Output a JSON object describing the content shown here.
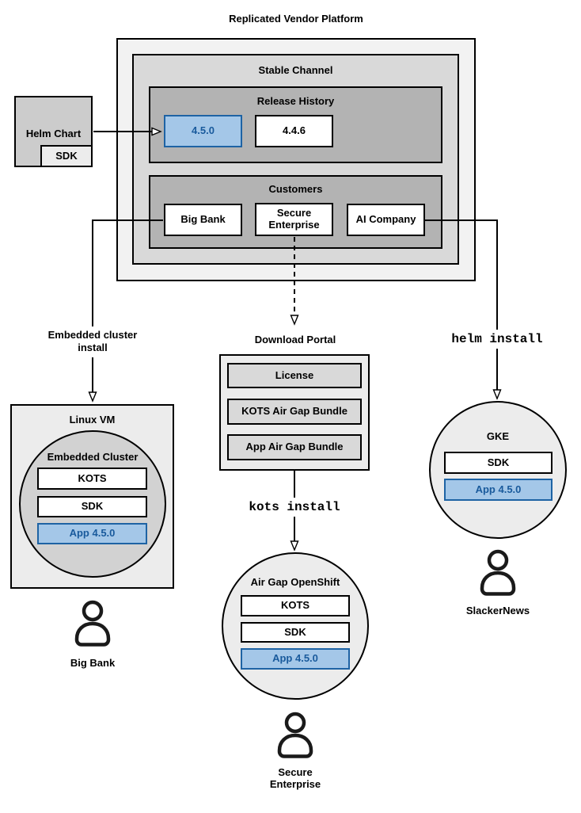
{
  "title": "Replicated Vendor Platform",
  "colors": {
    "highlight_fill": "#a4c7e8",
    "highlight_border": "#1e63a4",
    "highlight_text": "#195a9c",
    "outer_fill": "#f2f2f2",
    "channel_fill": "#d9d9d9",
    "group_fill": "#b3b3b3",
    "panel_fill": "#ececec",
    "cluster_circle_fill": "#d2d2d2",
    "helm_fill": "#cccccc"
  },
  "platform": {
    "channel_label": "Stable Channel",
    "release_history": {
      "label": "Release History",
      "releases": [
        "4.5.0",
        "4.4.6"
      ]
    },
    "customers": {
      "label": "Customers",
      "items": [
        "Big Bank",
        "Secure Enterprise",
        "AI Company"
      ]
    }
  },
  "helm_chart": {
    "label": "Helm Chart",
    "sdk": "SDK"
  },
  "left_path": {
    "install_label": "Embedded cluster install",
    "vm_label": "Linux VM",
    "cluster_label": "Embedded Cluster",
    "components": [
      "KOTS",
      "SDK",
      "App 4.5.0"
    ],
    "user": "Big Bank"
  },
  "middle_path": {
    "portal_label": "Download Portal",
    "portal_items": [
      "License",
      "KOTS Air Gap Bundle",
      "App Air Gap Bundle"
    ],
    "command": "kots install",
    "cluster_label": "Air Gap OpenShift",
    "components": [
      "KOTS",
      "SDK",
      "App 4.5.0"
    ],
    "user": "Secure Enterprise"
  },
  "right_path": {
    "command": "helm install",
    "cluster_label": "GKE",
    "components": [
      "SDK",
      "App 4.5.0"
    ],
    "user": "SlackerNews"
  }
}
